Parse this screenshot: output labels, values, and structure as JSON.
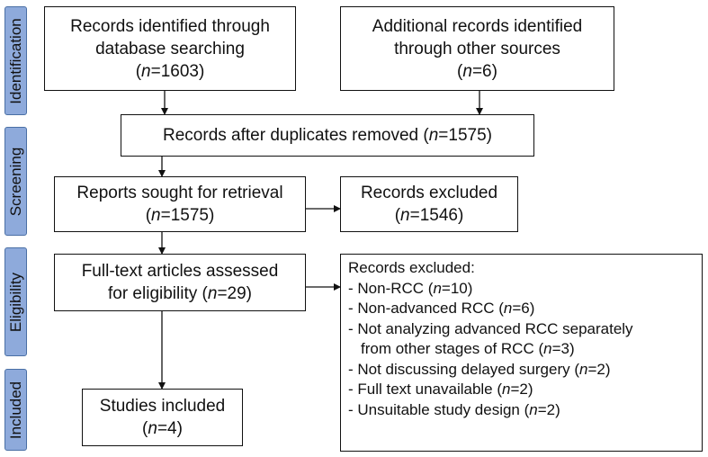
{
  "stages": {
    "identification": "Identification",
    "screening": "Screening",
    "eligibility": "Eligibility",
    "included": "Included"
  },
  "boxes": {
    "database": {
      "line1": "Records identified through",
      "line2": "database searching",
      "n_label": "n",
      "n_value": "=1603"
    },
    "other_sources": {
      "line1": "Additional records identified",
      "line2": "through other sources",
      "n_label": "n",
      "n_value": "=6"
    },
    "duplicates_removed": {
      "text": "Records after duplicates removed (",
      "n_label": "n",
      "n_value": "=1575)"
    },
    "sought": {
      "line1": "Reports sought for retrieval",
      "n_label": "n",
      "n_value": "=1575)"
    },
    "excluded_screening": {
      "line1": "Records excluded",
      "n_label": "n",
      "n_value": "=1546)"
    },
    "fulltext": {
      "line1": "Full-text articles assessed",
      "line2": "for eligibility (",
      "n_label": "n",
      "n_value": "=29)"
    },
    "excluded_eligibility": {
      "title": "Records excluded:",
      "items": [
        {
          "pre": "- Non-RCC (",
          "n_label": "n",
          "post": "=10)"
        },
        {
          "pre": "- Non-advanced RCC (",
          "n_label": "n",
          "post": "=6)"
        },
        {
          "pre": "- Not analyzing advanced RCC separately",
          "n_label": "",
          "post": ""
        },
        {
          "pre": "from other stages of RCC (",
          "n_label": "n",
          "post": "=3)"
        },
        {
          "pre": "- Not discussing delayed surgery (",
          "n_label": "n",
          "post": "=2)"
        },
        {
          "pre": "- Full text unavailable (",
          "n_label": "n",
          "post": "=2)"
        },
        {
          "pre": "- Unsuitable study design (",
          "n_label": "n",
          "post": "=2)"
        }
      ]
    },
    "included": {
      "line1": "Studies included",
      "n_label": "n",
      "n_value": "=4)"
    }
  },
  "colors": {
    "stage_fill": "#8eaadb",
    "stage_border": "#4a6fa5",
    "box_border": "#111111",
    "arrow": "#111111"
  }
}
